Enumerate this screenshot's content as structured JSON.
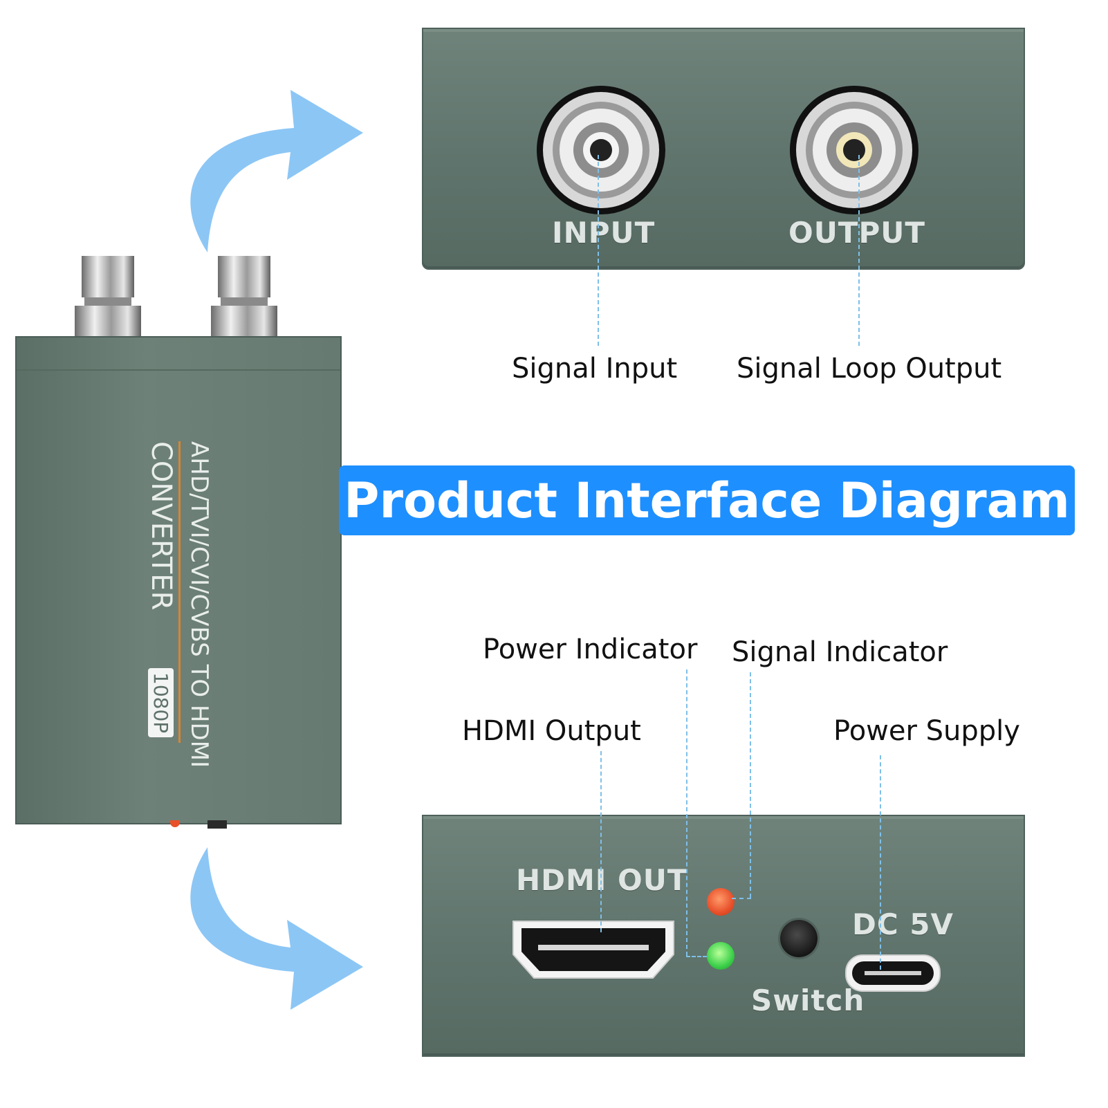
{
  "banner": {
    "title": "Product Interface Diagram"
  },
  "top_panel": {
    "ports": [
      {
        "panel_label": "INPUT",
        "callout": "Signal Input"
      },
      {
        "panel_label": "OUTPUT",
        "callout": "Signal Loop Output"
      }
    ]
  },
  "device": {
    "line1": "AHD/TVI/CVI/CVBS TO HDMI",
    "line2": "CONVERTER",
    "badge": "1080P"
  },
  "bottom_panel": {
    "hdmi_label": "HDMI OUT",
    "dc_label": "DC 5V",
    "switch_label": "Switch",
    "callouts": {
      "power_indicator": "Power Indicator",
      "signal_indicator": "Signal Indicator",
      "hdmi_output": "HDMI Output",
      "power_supply": "Power Supply"
    },
    "led_colors": {
      "signal": "#e8502a",
      "power": "#3cd04a"
    }
  },
  "colors": {
    "accent": "#1e8fff",
    "arrow": "#8cc6f5",
    "panel": "#667a72"
  }
}
